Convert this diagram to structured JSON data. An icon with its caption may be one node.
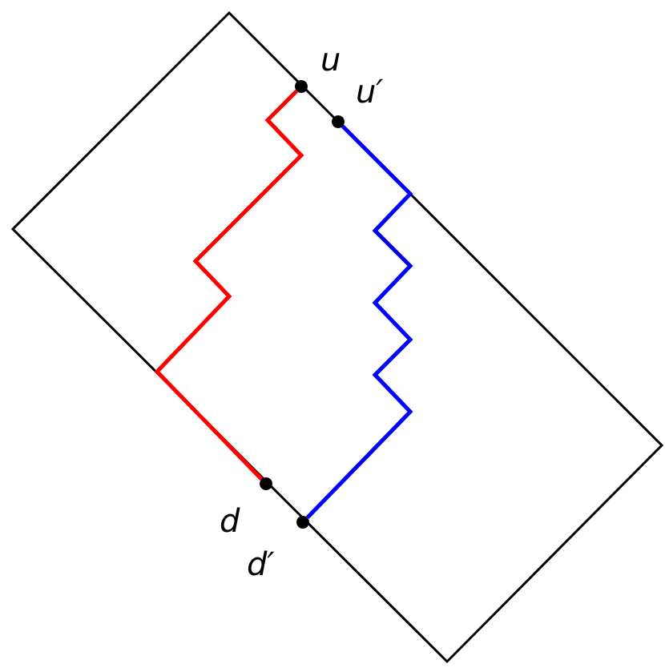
{
  "diagram": {
    "nodes": [
      {
        "text": [],
        "shape": "circle",
        "beside": [
          "u"
        ]
      },
      {
        "text": [],
        "shape": "circle",
        "beside": [
          "u′"
        ]
      },
      {
        "text": [],
        "shape": "circle",
        "beside": [
          "d"
        ]
      },
      {
        "text": [],
        "shape": "circle",
        "beside": [
          "d′"
        ]
      }
    ],
    "edges": [
      {
        "from": 0,
        "to": 2,
        "arrow": "none",
        "color": "#ff0000"
      },
      {
        "from": 1,
        "to": 3,
        "arrow": "none",
        "color": "#0000ff"
      }
    ]
  }
}
